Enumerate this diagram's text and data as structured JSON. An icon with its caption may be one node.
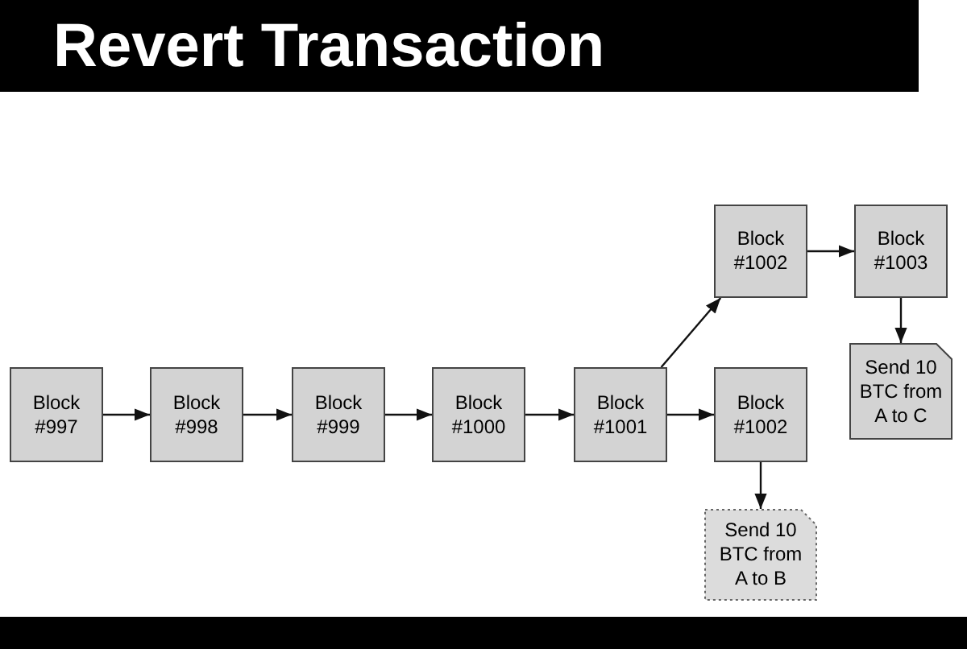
{
  "diagram": {
    "title": "Revert Transaction",
    "nodes": [
      {
        "text": [
          "Block #997"
        ]
      },
      {
        "text": [
          "Block #998"
        ]
      },
      {
        "text": [
          "Block #999"
        ]
      },
      {
        "text": [
          "Block #1000"
        ]
      },
      {
        "text": [
          "Block #1001"
        ]
      },
      {
        "text": [
          "Block #1002"
        ]
      },
      {
        "text": [
          "Block #1003"
        ]
      },
      {
        "text": [
          "Send 10 BTC from A to C"
        ]
      },
      {
        "text": [
          "Block #1002"
        ]
      },
      {
        "text": [
          "Send 10 BTC from A to B"
        ]
      }
    ],
    "edges": [
      {
        "from": 0,
        "to": 1,
        "arrow": "to"
      },
      {
        "from": 1,
        "to": 2,
        "arrow": "to"
      },
      {
        "from": 2,
        "to": 3,
        "arrow": "to"
      },
      {
        "from": 3,
        "to": 4,
        "arrow": "to"
      },
      {
        "from": 4,
        "to": 5,
        "arrow": "to"
      },
      {
        "from": 5,
        "to": 6,
        "arrow": "to"
      },
      {
        "from": 6,
        "to": 7,
        "arrow": "to"
      },
      {
        "from": 4,
        "to": 8,
        "arrow": "to"
      },
      {
        "from": 8,
        "to": 9,
        "arrow": "to"
      }
    ]
  }
}
